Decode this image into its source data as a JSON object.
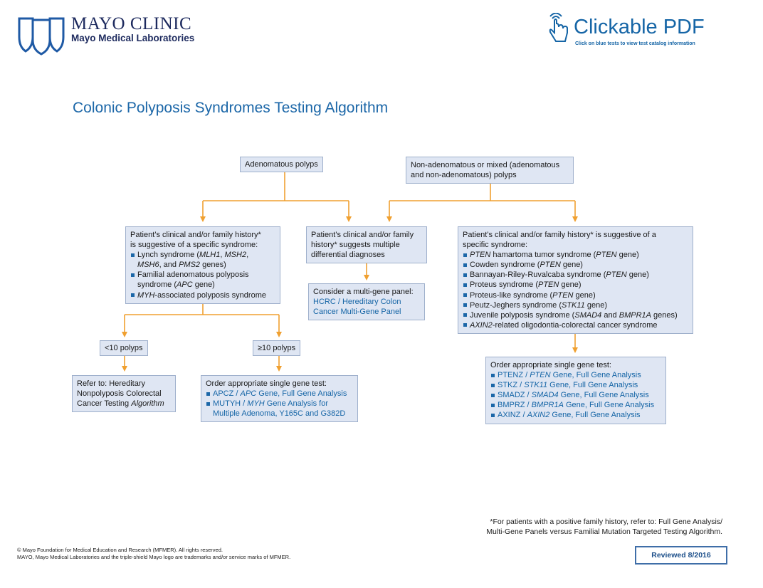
{
  "header": {
    "org_title": "MAYO CLINIC",
    "org_subtitle": "Mayo Medical Laboratories",
    "clickable_title": "Clickable PDF",
    "clickable_subtitle": "Click on blue tests to view test catalog information"
  },
  "page_title": "Colonic Polyposis Syndromes Testing Algorithm",
  "colors": {
    "line": "#f0a030",
    "box_fill": "#dfe6f3",
    "box_border": "#9fb0cc",
    "link": "#1565a6",
    "title": "#1c67a8"
  },
  "icons": {
    "logo": "triple-shield-icon",
    "clickable": "hand-pointer-icon"
  },
  "flow": {
    "adenomatous": "Adenomatous polyps",
    "non_adenomatous": "Non-adenomatous or mixed (adenomatous\nand non-adenomatous) polyps",
    "specific_syndrome_left": {
      "title": "Patient’s clinical and/or family history*\nis suggestive of a specific syndrome:",
      "items": [
        {
          "pre": "Lynch syndrome (",
          "g1": "MLH1",
          "m1": ", ",
          "g2": "MSH2",
          "m2": ",\n",
          "g3": "MSH6",
          "m3": ", and ",
          "g4": "PMS2",
          "post": " genes)"
        },
        {
          "pre": "Familial adenomatous polyposis\nsyndrome (",
          "g1": "APC",
          "post": " gene)"
        },
        {
          "g1": "MYH",
          "post": "-associated polyposis syndrome"
        }
      ]
    },
    "multiple_diagnoses": "Patient’s clinical and/or family\nhistory* suggests multiple\ndifferential diagnoses",
    "multi_gene_panel": {
      "title": "Consider a multi-gene panel:",
      "link": "HCRC / Hereditary Colon\nCancer Multi-Gene Panel"
    },
    "specific_syndrome_right": {
      "title": "Patient’s clinical and/or family history* is suggestive of a\nspecific syndrome:",
      "items": [
        {
          "g1": "PTEN",
          "post": " hamartoma tumor syndrome (",
          "g2": "PTEN",
          "post2": " gene)"
        },
        {
          "pre": "Cowden syndrome (",
          "g1": "PTEN",
          "post": " gene)"
        },
        {
          "pre": "Bannayan-Riley-Ruvalcaba syndrome (",
          "g1": "PTEN",
          "post": " gene)"
        },
        {
          "pre": "Proteus syndrome (",
          "g1": "PTEN",
          "post": " gene)"
        },
        {
          "pre": "Proteus-like syndrome (",
          "g1": "PTEN",
          "post": " gene)"
        },
        {
          "pre": "Peutz-Jeghers syndrome (",
          "g1": "STK11",
          "post": " gene)"
        },
        {
          "pre": "Juvenile polyposis syndrome (",
          "g1": "SMAD4",
          "m1": " and ",
          "g2": "BMPR1A",
          "post": " genes)"
        },
        {
          "g1": "AXIN2",
          "post": "-related oligodontia-colorectal cancer syndrome"
        }
      ]
    },
    "lt10": "<10 polyps",
    "ge10": "≥10 polyps",
    "refer": {
      "pre": "Refer to: Hereditary\nNonpolyposis Colorectal\nCancer Testing ",
      "it": "Algorithm"
    },
    "single_gene_left": {
      "title": "Order appropriate single gene test:",
      "items": [
        {
          "pre": "APCZ / ",
          "g": "APC",
          "post": " Gene, Full Gene Analysis"
        },
        {
          "pre": "MUTYH / ",
          "g": "MYH",
          "post": " Gene Analysis for\nMultiple Adenoma, Y165C and G382D"
        }
      ]
    },
    "single_gene_right": {
      "title": "Order appropriate single gene test:",
      "items": [
        {
          "pre": "PTENZ / ",
          "g": "PTEN",
          "post": " Gene, Full Gene Analysis"
        },
        {
          "pre": "STKZ / ",
          "g": "STK11",
          "post": " Gene, Full Gene Analysis"
        },
        {
          "pre": "SMADZ / ",
          "g": "SMAD4",
          "post": " Gene, Full Gene Analysis"
        },
        {
          "pre": "BMPRZ / ",
          "g": "BMPR1A",
          "post": " Gene, Full Gene Analysis"
        },
        {
          "pre": "AXINZ / ",
          "g": "AXIN2",
          "post": " Gene, Full Gene Analysis"
        }
      ]
    }
  },
  "footnote": [
    "*For patients with a positive family history, refer to: Full Gene Analysis/",
    "Multi-Gene Panels versus Familial Mutation Targeted Testing Algorithm."
  ],
  "copyright": [
    "© Mayo Foundation for Medical Education and Research (MFMER). All rights reserved.",
    "MAYO, Mayo Medical Laboratories and the triple-shield Mayo logo are trademarks and/or service marks of MFMER."
  ],
  "reviewed": "Reviewed 8/2016"
}
